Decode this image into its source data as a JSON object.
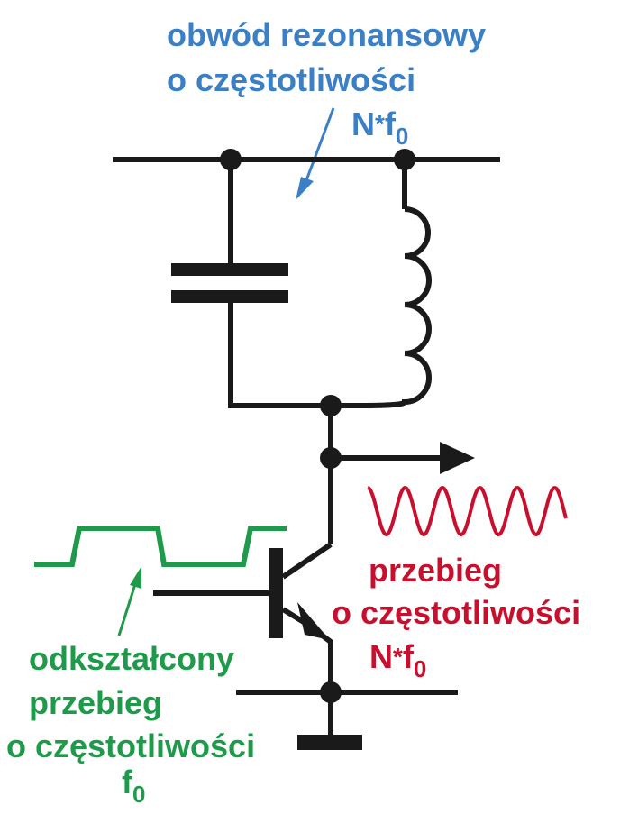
{
  "labels": {
    "resonant": {
      "line1": "obwód rezonansowy",
      "line2": "o częstotliwości",
      "n": "N",
      "star": "*",
      "f": "f",
      "sub": "0"
    },
    "output": {
      "line1": "przebieg",
      "line2": "o częstotliwości",
      "n": "N",
      "star": "*",
      "f": "f",
      "sub": "0"
    },
    "input": {
      "line1": "odkształcony",
      "line2": "przebieg",
      "line3": "o częstotliwości",
      "f": "f",
      "sub": "0"
    }
  },
  "colors": {
    "resonant_text": "#3b7fc4",
    "output_text": "#c8102e",
    "input_text": "#1f9a4a",
    "wire": "#1a1a1a"
  }
}
